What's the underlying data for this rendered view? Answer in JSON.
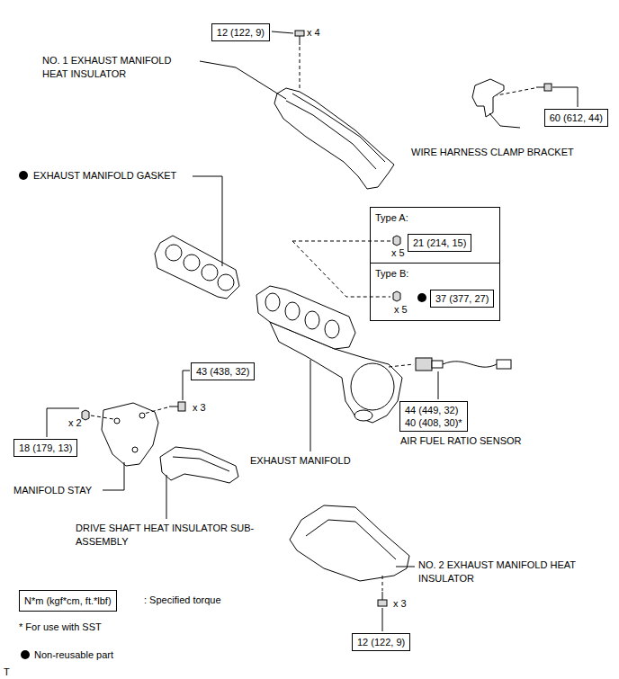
{
  "diagram": {
    "nodes": [
      {
        "text": [
          "12 (122, 9)"
        ]
      },
      {
        "text": [
          "60 (612, 44)"
        ]
      },
      {
        "text": [
          "Type A:"
        ]
      },
      {
        "text": [
          "21 (214, 15)"
        ],
        "in": 2
      },
      {
        "text": [
          "Type B:"
        ]
      },
      {
        "text": [
          "37 (377, 27)"
        ],
        "in": 4
      },
      {
        "text": [
          "43 (438, 32)"
        ]
      },
      {
        "text": [
          "44 (449, 32)",
          "40 (408, 30)*"
        ]
      },
      {
        "text": [
          "18 (179, 13)"
        ]
      },
      {
        "text": [
          "12 (122, 9)"
        ]
      },
      {
        "text": [
          "N*m (kgf*cm, ft.*lbf)"
        ]
      }
    ],
    "labels": [
      "NO. 1 EXHAUST MANIFOLD HEAT INSULATOR",
      "x 4",
      "WIRE HARNESS CLAMP BRACKET",
      "EXHAUST MANIFOLD GASKET",
      "x 5",
      "x 5",
      "x 3",
      "x 2",
      "MANIFOLD STAY",
      "DRIVE SHAFT HEAT INSULATOR SUB-ASSEMBLY",
      "EXHAUST MANIFOLD",
      "AIR FUEL RATIO SENSOR",
      "NO. 2 EXHAUST MANIFOLD HEAT INSULATOR",
      "x 3",
      "* For use with SST",
      "T"
    ],
    "legend": [
      {
        "text": ": Specified torque"
      },
      {
        "text": "Non-reusable part"
      }
    ]
  }
}
